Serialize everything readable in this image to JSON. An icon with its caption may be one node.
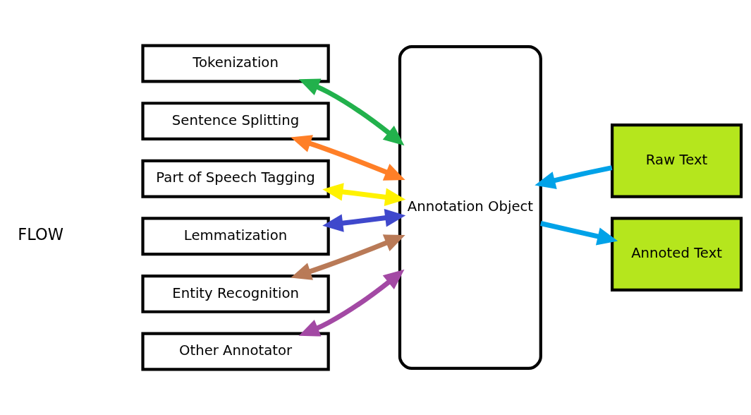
{
  "diagram": {
    "nodes": [
      {
        "text": [
          "Tokenization"
        ]
      },
      {
        "text": [
          "Sentence Splitting"
        ]
      },
      {
        "text": [
          "Part of Speech Tagging"
        ]
      },
      {
        "text": [
          "Lemmatization"
        ]
      },
      {
        "text": [
          "Entity Recognition"
        ]
      },
      {
        "text": [
          "Other Annotator"
        ]
      },
      {
        "text": [
          "Annotation Object"
        ]
      },
      {
        "text": [
          "Raw Text"
        ]
      },
      {
        "text": [
          "Annoted Text"
        ]
      }
    ],
    "edges": [
      {
        "from": 0,
        "to": 6,
        "arrow": "both",
        "color": "#22b14c"
      },
      {
        "from": 1,
        "to": 6,
        "arrow": "both",
        "color": "#ff7f27"
      },
      {
        "from": 2,
        "to": 6,
        "arrow": "both",
        "color": "#fff200"
      },
      {
        "from": 3,
        "to": 6,
        "arrow": "both",
        "color": "#3f48cc"
      },
      {
        "from": 4,
        "to": 6,
        "arrow": "both",
        "color": "#b97a57"
      },
      {
        "from": 5,
        "to": 6,
        "arrow": "both",
        "color": "#a349a4"
      },
      {
        "from": 7,
        "to": 6,
        "arrow": "to",
        "color": "#00a2e8"
      },
      {
        "from": 6,
        "to": 8,
        "arrow": "to",
        "color": "#00a2e8"
      }
    ],
    "labels": [
      "FLOW"
    ]
  }
}
